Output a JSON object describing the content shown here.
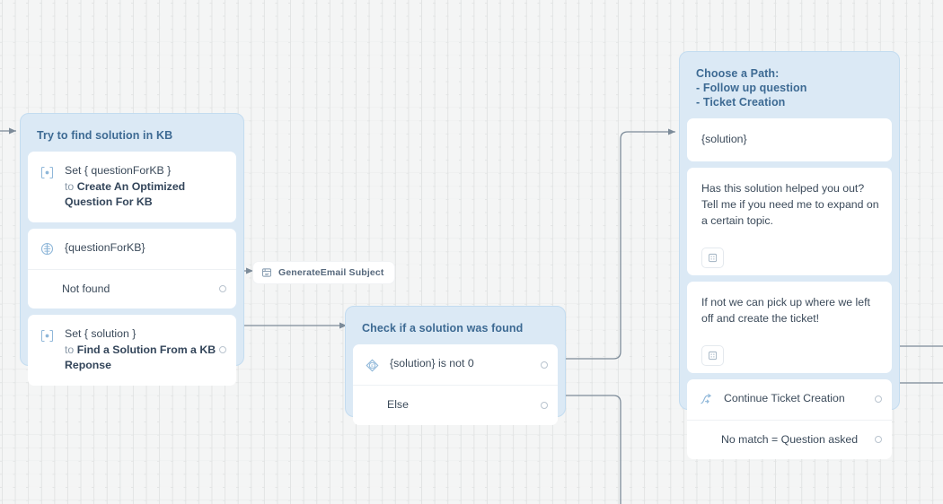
{
  "canvas": {
    "background": "#f4f5f5",
    "grid_color": "#e2e4e4"
  },
  "theme": {
    "group_fill": "#dbe9f5",
    "group_border": "#c3dcf0",
    "title_color": "#3d6a93",
    "card_fill": "#ffffff",
    "text_color": "#3b4a5a",
    "edge_color": "#7c8b99",
    "port_border": "#b9c4cf"
  },
  "groups": {
    "kb": {
      "title": "Try to find solution in KB",
      "cards": [
        {
          "icon": "set-variable-icon",
          "text_prefix": "Set { questionForKB }",
          "text_line2_muted": "to ",
          "text_line2_bold": "Create An Optimized Question For KB"
        },
        {
          "icon": "knowledge-base-icon",
          "question_text": "{questionForKB}",
          "outcome_label": "Not found"
        },
        {
          "icon": "set-variable-icon",
          "text_prefix": "Set { solution }",
          "text_line2_muted": "to ",
          "text_line2_bold": "Find a Solution From a KB Reponse"
        }
      ]
    },
    "check": {
      "title": "Check if a solution was found",
      "condition_icon": "if-condition-icon",
      "condition_label": "{solution} is not 0",
      "else_label": "Else"
    },
    "path": {
      "title": "Choose a Path:\n- Follow up question\n- Ticket Creation",
      "solution_card": "{solution}",
      "message_1": "Has this solution helped you out? Tell me if you need me to expand on a certain topic.",
      "message_2": "If not we can pick up where we left off and create the ticket!",
      "attachment_icon": "image-attachment-icon",
      "intent_icon": "branch-flow-icon",
      "intent_label": "Continue Ticket Creation",
      "no_match_label": "No match = Question asked"
    }
  },
  "badges": [
    {
      "icon": "generate-email-icon",
      "label": "GenerateEmail Subject"
    }
  ]
}
